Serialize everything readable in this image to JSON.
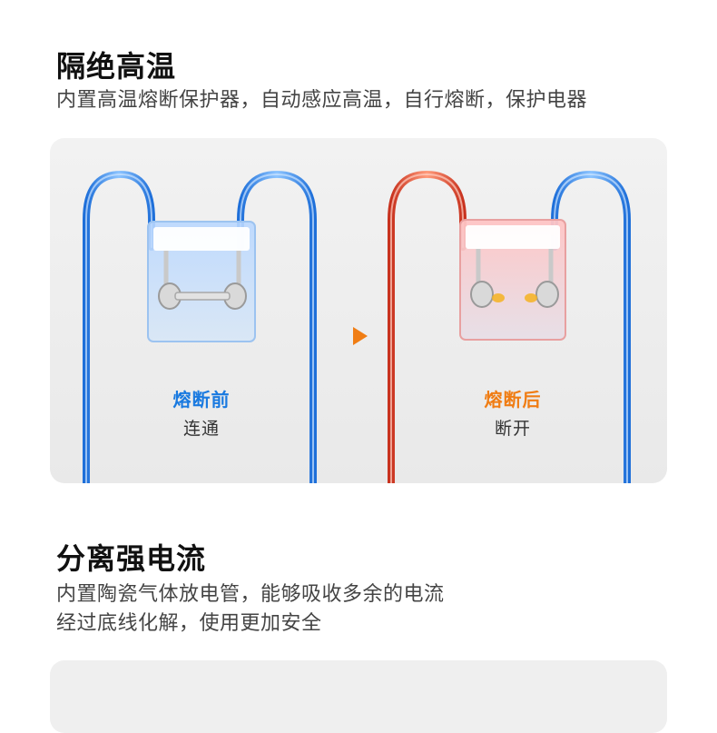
{
  "section1": {
    "title": "隔绝高温",
    "desc": "内置高温熔断保护器，自动感应高温，自行熔断，保护电器",
    "before": {
      "title": "熔断前",
      "state": "连通"
    },
    "after": {
      "title": "熔断后",
      "state": "断开"
    }
  },
  "section2": {
    "title": "分离强电流",
    "desc_line1": "内置陶瓷气体放电管，能够吸收多余的电流",
    "desc_line2": "经过底线化解，使用更加安全"
  },
  "colors": {
    "blue": "#1a7ae0",
    "orange": "#f07d14",
    "red": "#e0442a"
  }
}
